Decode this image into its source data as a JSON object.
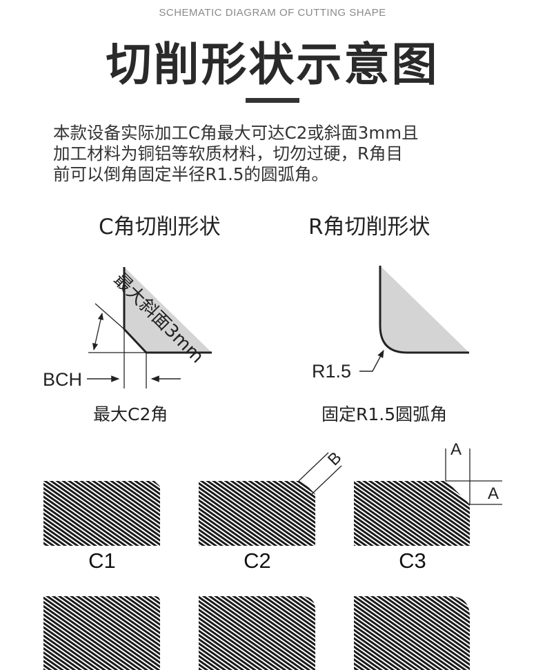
{
  "header": {
    "eyebrow": "SCHEMATIC DIAGRAM OF CUTTING SHAPE",
    "title": "切削形状示意图"
  },
  "description": {
    "lines": [
      "本款设备实际加工C角最大可达C2或斜面3mm且",
      "加工材料为铜铝等软质材料，切勿过硬，R角目",
      "前可以倒角固定半径R1.5的圆弧角。"
    ]
  },
  "c_corner": {
    "title": "C角切削形状",
    "bevel_label": "最大斜面3mm",
    "bch_label": "BCH",
    "caption": "最大C2角"
  },
  "r_corner": {
    "title": "R角切削形状",
    "radius_label": "R1.5",
    "caption": "固定R1.5圆弧角"
  },
  "shapes": {
    "c1": "C1",
    "c2": "C2",
    "c3": "C3",
    "b_label": "B",
    "a_label_top": "A",
    "a_label_right": "A"
  },
  "colors": {
    "fill_gray": "#d4d4d4",
    "hatch_dark": "#1a1a1a",
    "title_bar": "#333333"
  }
}
